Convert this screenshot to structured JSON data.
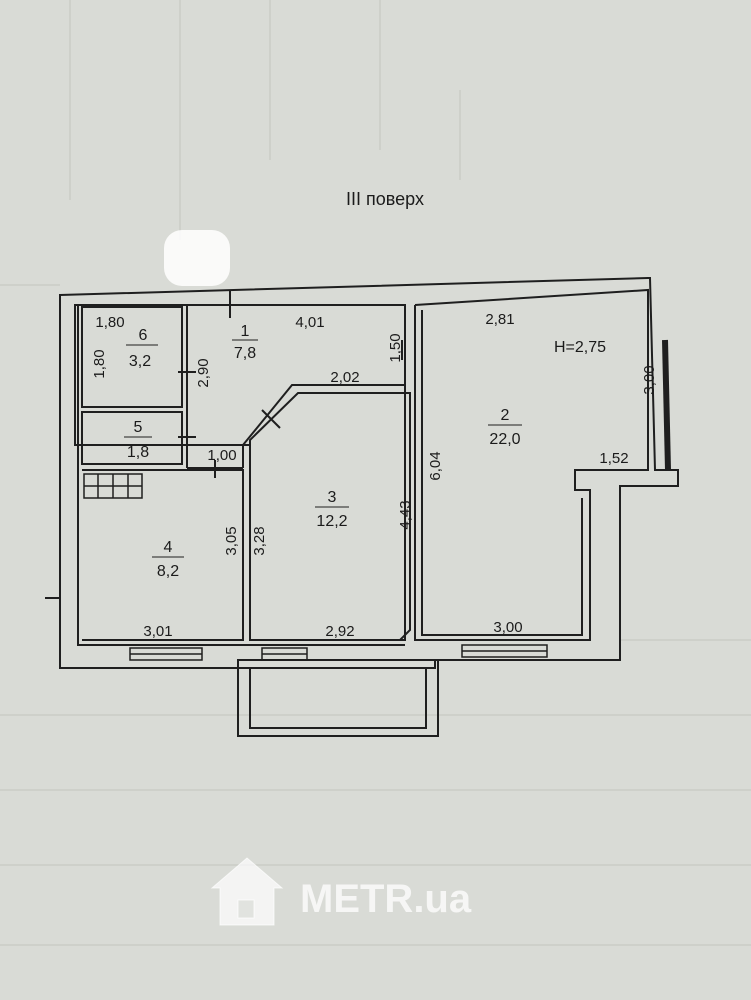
{
  "floor_title": "III поверх",
  "ceiling_height": "H=2,75",
  "watermark": "METR.ua",
  "rooms": [
    {
      "number": "1",
      "area": "7,8"
    },
    {
      "number": "2",
      "area": "22,0"
    },
    {
      "number": "3",
      "area": "12,2"
    },
    {
      "number": "4",
      "area": "8,2"
    },
    {
      "number": "5",
      "area": "1,8"
    },
    {
      "number": "6",
      "area": "3,2"
    }
  ],
  "dimensions": {
    "r6_width": "1,80",
    "r6_height": "1,80",
    "r1_width": "4,01",
    "r1_left_height": "2,90",
    "r1_right_height": "1,50",
    "r1_lower_width": "2,02",
    "r2_top_width": "2,81",
    "r2_right_height": "3,00",
    "r2_left_height": "6,04",
    "r2_step_width": "1,52",
    "r2_bottom_width": "3,00",
    "corridor_width": "1,00",
    "r4_height_a": "3,05",
    "r4_height_b": "3,28",
    "r3_right_height": "4,43",
    "r4_bottom_width": "3,01",
    "r3_bottom_width": "2,92"
  }
}
